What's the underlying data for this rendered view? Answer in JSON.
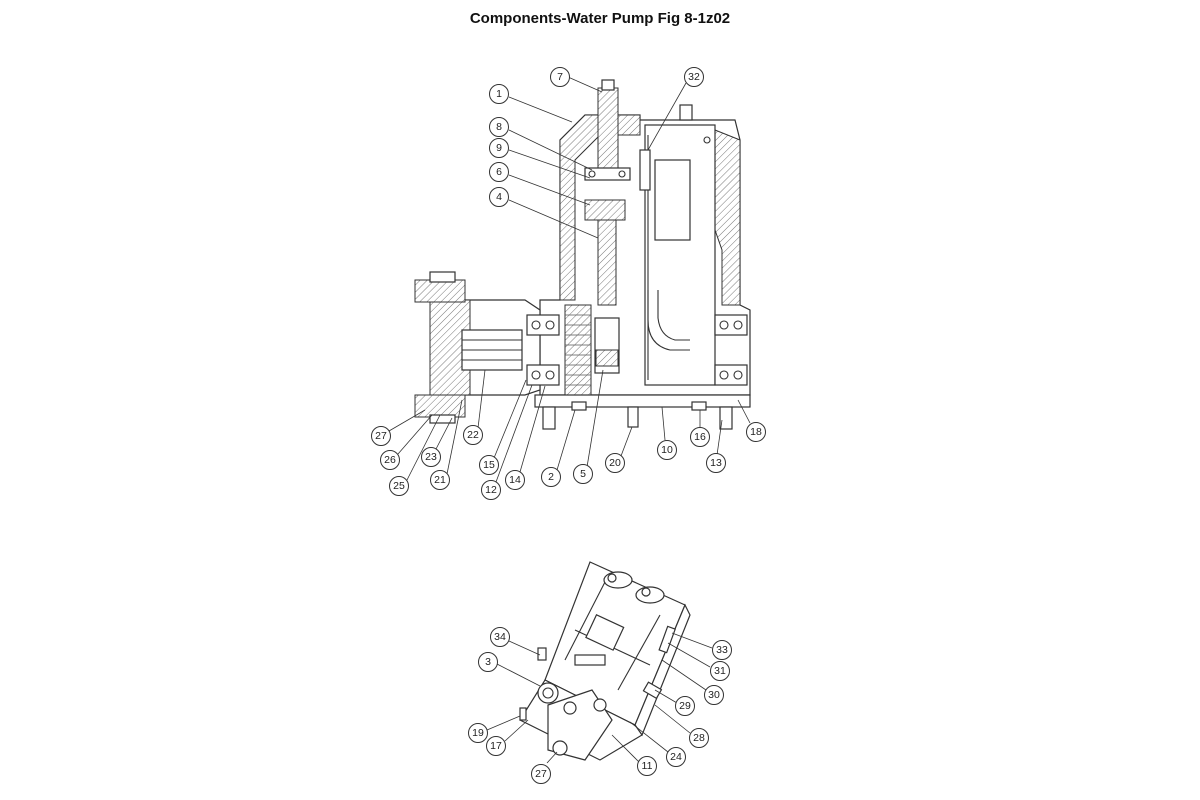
{
  "title": "Components-Water Pump Fig 8-1z02",
  "callouts": [
    {
      "label": "7"
    },
    {
      "label": "32"
    },
    {
      "label": "1"
    },
    {
      "label": "8"
    },
    {
      "label": "9"
    },
    {
      "label": "6"
    },
    {
      "label": "4"
    },
    {
      "label": "27"
    },
    {
      "label": "26"
    },
    {
      "label": "25"
    },
    {
      "label": "23"
    },
    {
      "label": "21"
    },
    {
      "label": "22"
    },
    {
      "label": "15"
    },
    {
      "label": "12"
    },
    {
      "label": "14"
    },
    {
      "label": "2"
    },
    {
      "label": "5"
    },
    {
      "label": "20"
    },
    {
      "label": "10"
    },
    {
      "label": "16"
    },
    {
      "label": "13"
    },
    {
      "label": "18"
    },
    {
      "label": "34"
    },
    {
      "label": "3"
    },
    {
      "label": "19"
    },
    {
      "label": "17"
    },
    {
      "label": "27"
    },
    {
      "label": "11"
    },
    {
      "label": "24"
    },
    {
      "label": "28"
    },
    {
      "label": "29"
    },
    {
      "label": "30"
    },
    {
      "label": "31"
    },
    {
      "label": "33"
    }
  ]
}
